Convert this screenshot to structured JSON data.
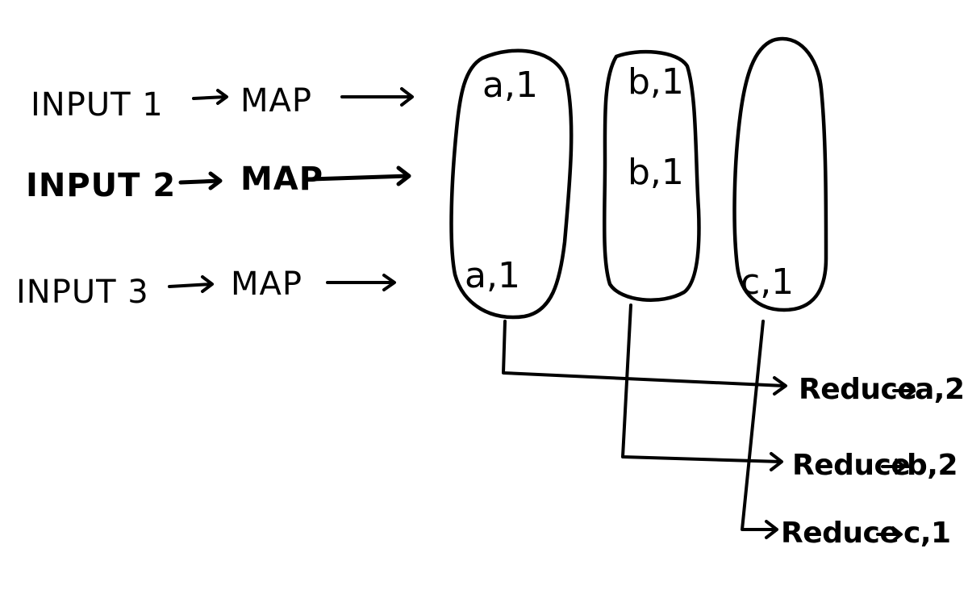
{
  "inputs": [
    {
      "input_label": "INPUT 1",
      "map_label": "MAP"
    },
    {
      "input_label": "INPUT 2",
      "map_label": "MAP"
    },
    {
      "input_label": "INPUT 3",
      "map_label": "MAP"
    }
  ],
  "groups": [
    {
      "pairs": [
        "a,1",
        "a,1"
      ]
    },
    {
      "pairs": [
        "b,1",
        "b,1"
      ]
    },
    {
      "pairs": [
        "c,1"
      ]
    }
  ],
  "reducers": [
    {
      "label": "Reduce",
      "result": "a,2"
    },
    {
      "label": "Reduce",
      "result": "b,2"
    },
    {
      "label": "Reduce",
      "result": "c,1"
    }
  ]
}
